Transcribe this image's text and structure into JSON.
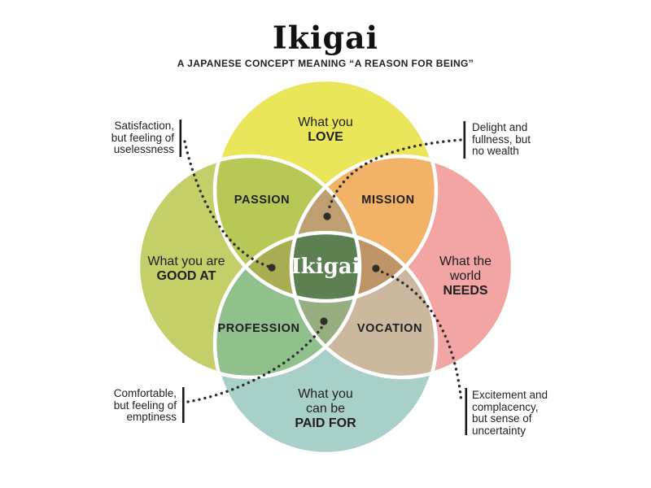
{
  "title": "Ikigai",
  "subtitle": "A JAPANESE CONCEPT MEANING “A REASON FOR BEING”",
  "colors": {
    "outline": "#ffffff",
    "connector": "#2e2e2e",
    "bar": "#1a1a1a"
  },
  "circles": {
    "love": {
      "color": "#ebe55a",
      "lines": [
        "What you",
        "LOVE"
      ]
    },
    "good_at": {
      "color": "#c4cf6a",
      "lines": [
        "What you are",
        "GOOD AT"
      ]
    },
    "needs": {
      "color": "#f2a5a2",
      "lines": [
        "What the",
        "world",
        "NEEDS"
      ]
    },
    "paid_for": {
      "color": "#a9cfc9",
      "lines": [
        "What you",
        "can be",
        "PAID FOR"
      ]
    }
  },
  "overlaps": {
    "passion": {
      "label": "PASSION",
      "color": "#b8c856"
    },
    "mission": {
      "label": "MISSION",
      "color": "#f2b267"
    },
    "profession": {
      "label": "PROFESSION",
      "color": "#90c08c"
    },
    "vocation": {
      "label": "VOCATION",
      "color": "#cbb89e"
    },
    "petal_top": {
      "color": "#bd9f72"
    },
    "petal_left": {
      "color": "#a9ae52"
    },
    "petal_right": {
      "color": "#bf9467"
    },
    "petal_bottom": {
      "color": "#97ae81"
    }
  },
  "center": {
    "label": "Ikigai",
    "color": "#5c8051"
  },
  "annotations": {
    "top_left": {
      "lines": [
        "Satisfaction,",
        "but feeling of",
        "uselessness"
      ]
    },
    "top_right": {
      "lines": [
        "Delight and",
        "fullness, but",
        "no wealth"
      ]
    },
    "bottom_left": {
      "lines": [
        "Comfortable,",
        "but feeling of",
        "emptiness"
      ]
    },
    "bottom_right": {
      "lines": [
        "Excitement and",
        "complacency,",
        "but sense of",
        "uncertainty"
      ]
    }
  }
}
